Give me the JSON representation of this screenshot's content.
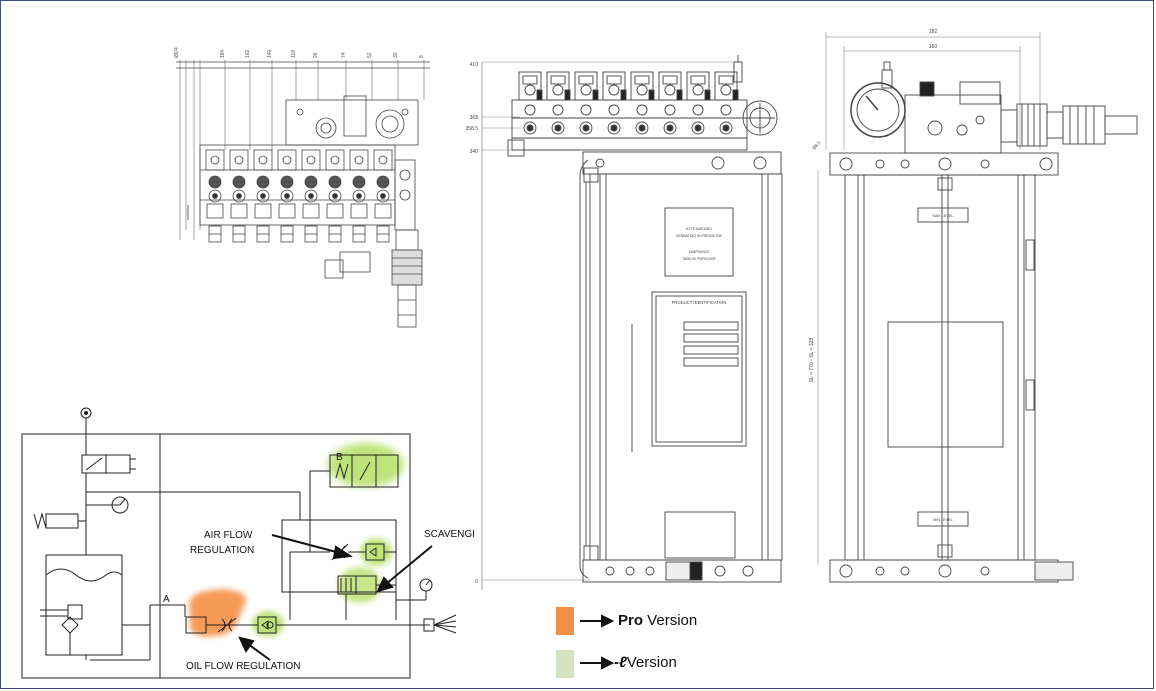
{
  "schematic": {
    "port_a": "A",
    "port_b": "B",
    "air_flow_1": "AIR FLOW",
    "air_flow_2": "REGULATION",
    "scavenge": "SCAVENGI",
    "oil_flow": "OIL FLOW REGULATION"
  },
  "drawing_dims": {
    "front_top_1": "410",
    "front_top_2": "368",
    "front_top_3": "358.5",
    "front_top_4": "340",
    "front_bottom": "0",
    "side_width_1": "182",
    "side_width_2": "160",
    "side_height": "SL = 770  -  SL = 328",
    "side_corner": "Ø8.5"
  },
  "plate_text": {
    "warning_1": "ATTENZIONE!",
    "warning_2": "SERBATOIO IN PRESSIONE",
    "warning_3": "WARNING!",
    "warning_4": "TANK IN PRESSURE",
    "product_id": "PRODUCT IDENTIFICATION",
    "max_level": "MAX LEVEL",
    "min_level": "MIN LEVEL"
  },
  "legend": {
    "pro_bold": "Pro",
    "pro_rest": " Version",
    "l_bold": "-ℓ",
    "l_rest": "Version",
    "colors": {
      "pro": "#f0914a",
      "l": "#d3e3c2"
    }
  },
  "colors": {
    "frame": "#3d4a8f",
    "line": "#333333",
    "orange_glow": "#f48a3a",
    "green_glow": "#b8e06c"
  }
}
